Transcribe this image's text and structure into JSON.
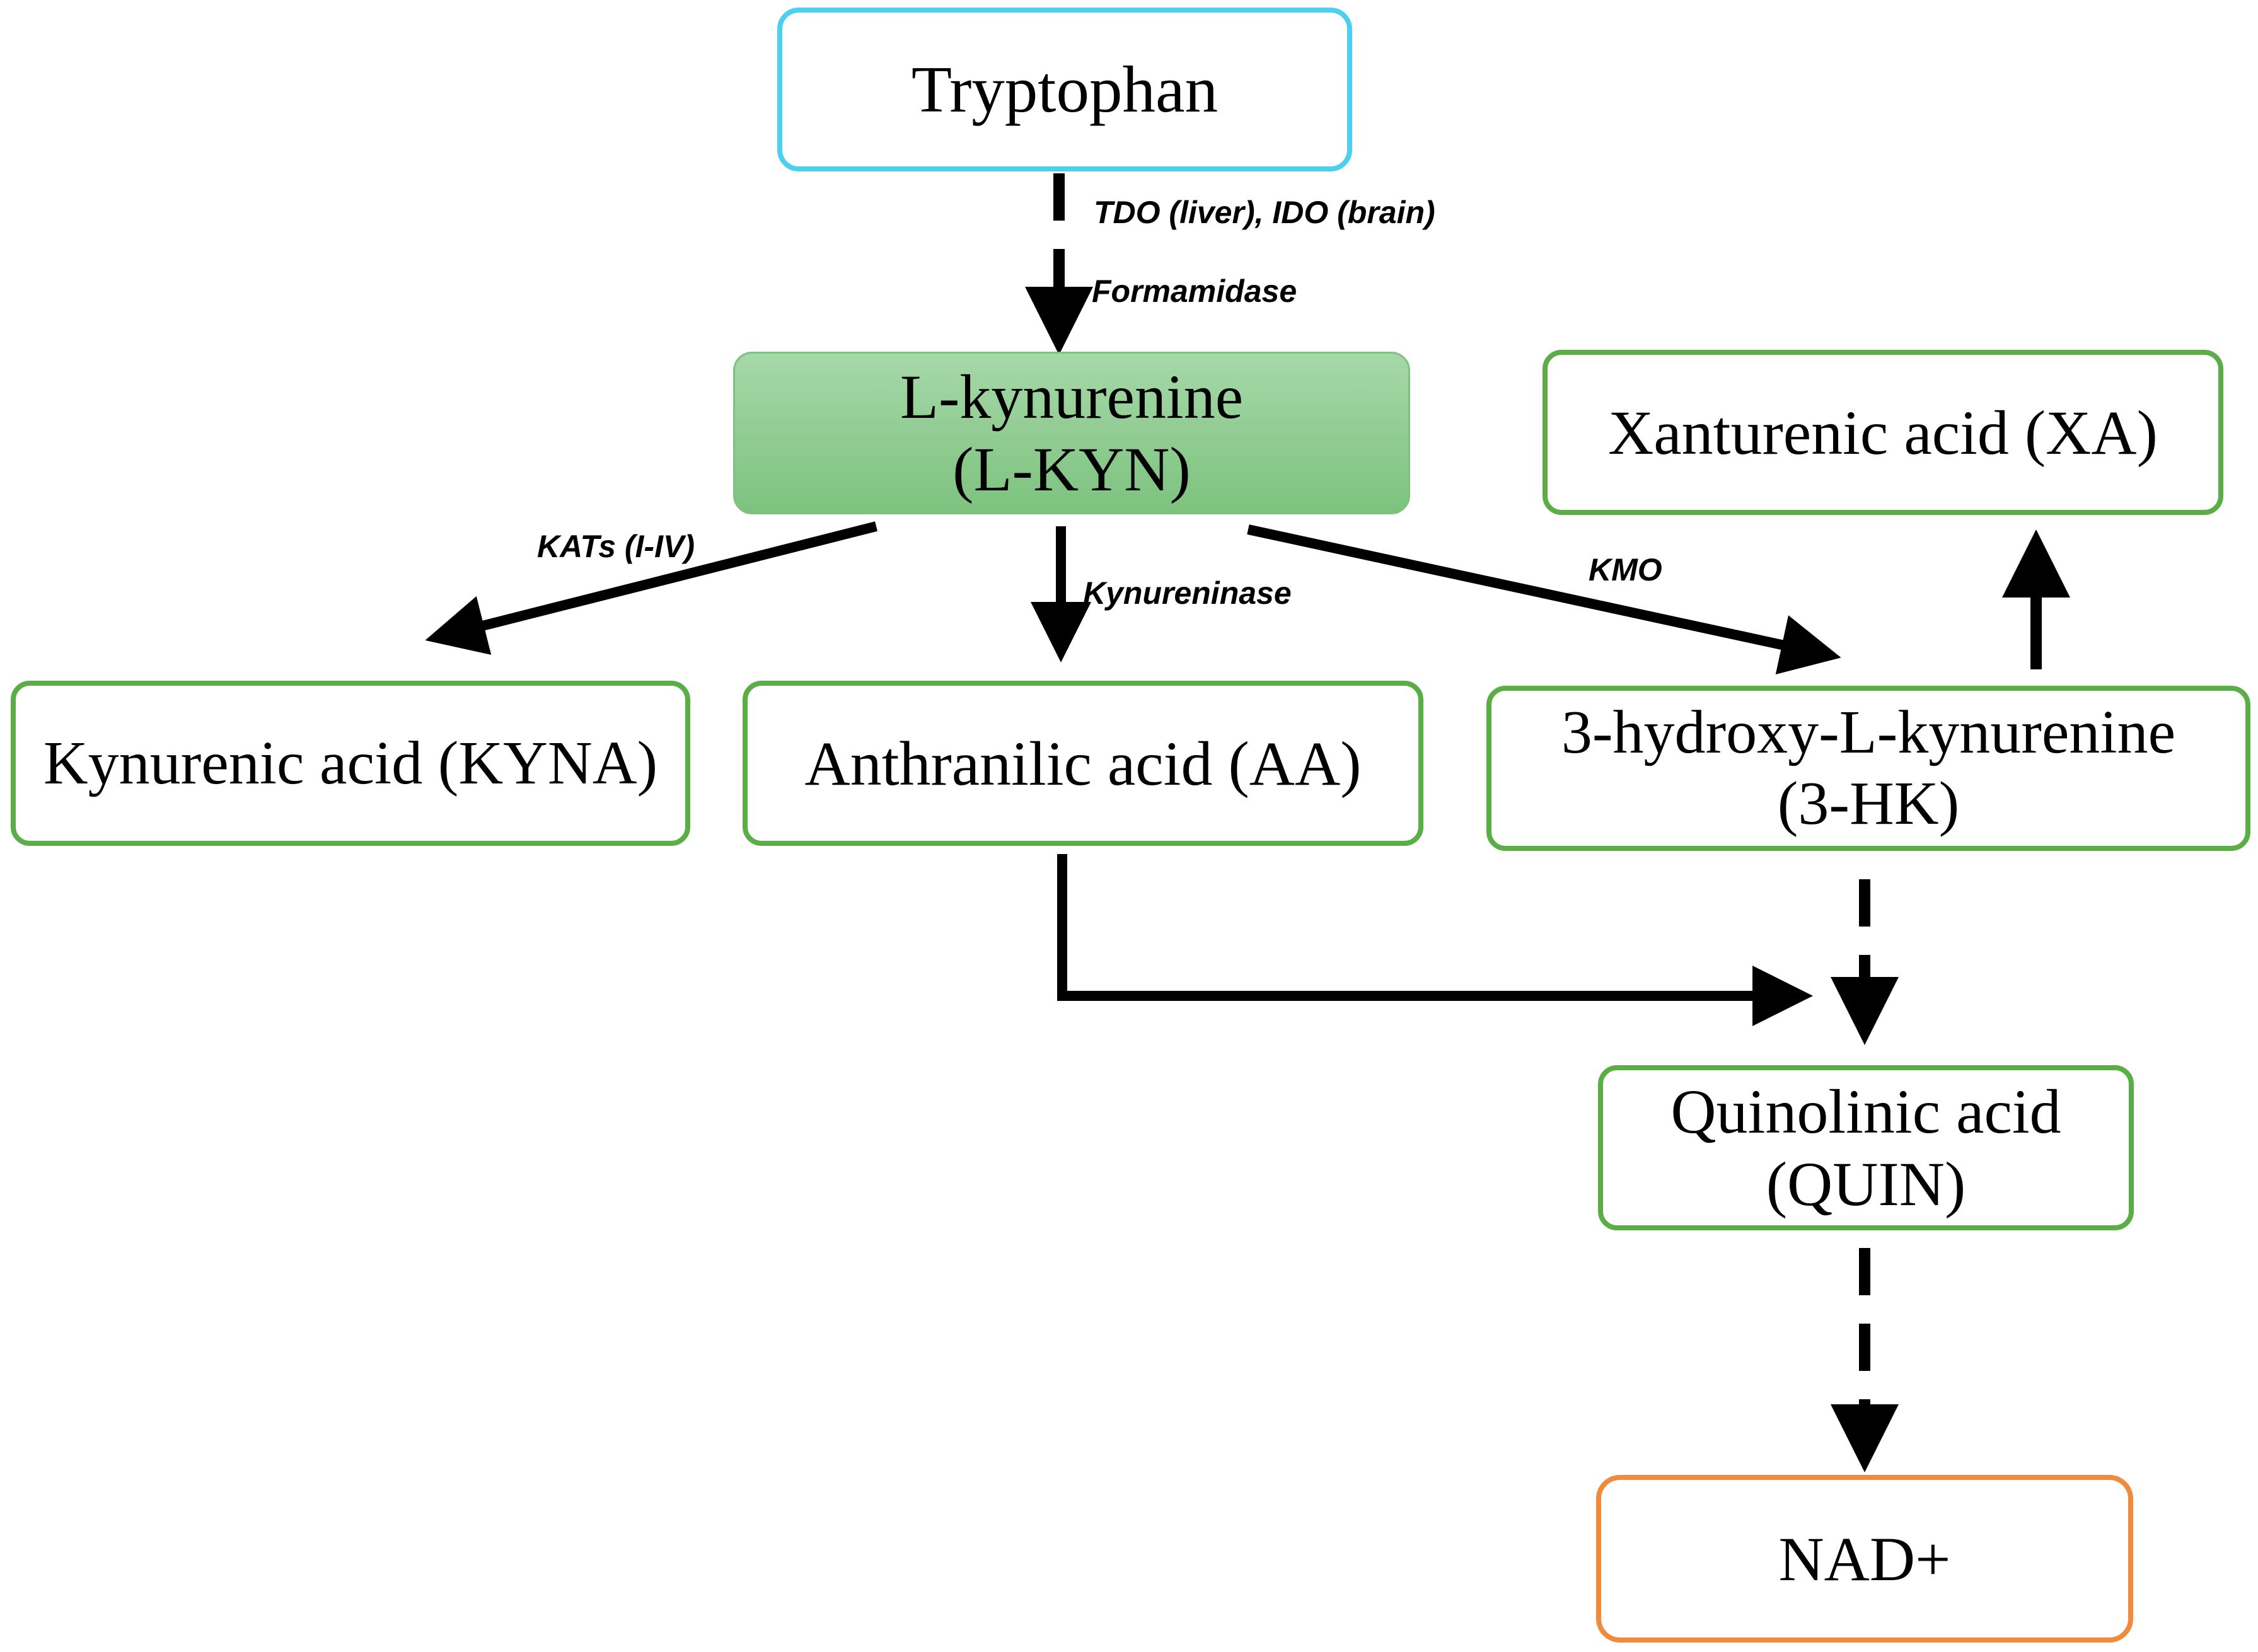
{
  "nodes": {
    "tryptophan": {
      "label": "Tryptophan",
      "border_color": "#4dd0f0"
    },
    "l_kynurenine": {
      "line1": "L-kynurenine",
      "line2": "(L-KYN)",
      "fill_top": "#a6d8a8",
      "fill_bottom": "#7dc27f"
    },
    "xanthurenic_acid": {
      "label": "Xanturenic acid (XA)",
      "border_color": "#5bad46"
    },
    "kynurenic_acid": {
      "label": "Kynurenic acid (KYNA)",
      "border_color": "#5bad46"
    },
    "anthranilic_acid": {
      "label": "Anthranilic acid (AA)",
      "border_color": "#5bad46"
    },
    "hydroxy_kynurenine": {
      "line1": "3-hydroxy-L-kynurenine",
      "line2": "(3-HK)",
      "border_color": "#5bad46"
    },
    "quinolinic_acid": {
      "line1": "Quinolinic acid",
      "line2": "(QUIN)",
      "border_color": "#5bad46"
    },
    "nad": {
      "label": "NAD+",
      "border_color": "#f08a3c"
    }
  },
  "enzymes": {
    "tdo_ido": "TDO (liver), IDO (brain)",
    "formamidase": "Formamidase",
    "kats": "KATs (I-IV)",
    "kynureninase": "Kynureninase",
    "kmo": "KMO"
  }
}
